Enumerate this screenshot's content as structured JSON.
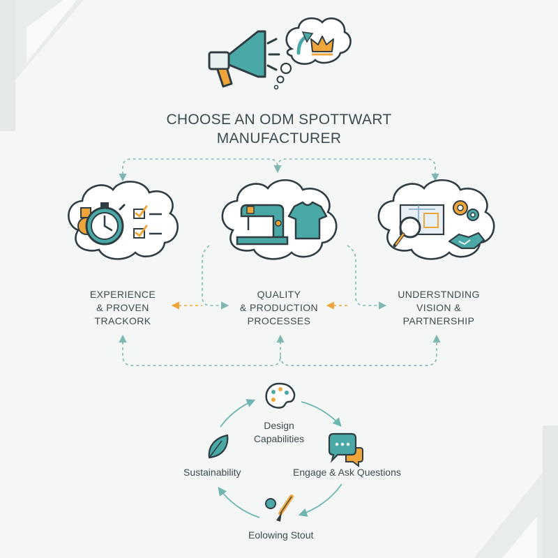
{
  "title": {
    "line1": "CHOOSE AN ODM SPOTTWART",
    "line2": "MANUFACTURER"
  },
  "pillars": [
    {
      "lines": [
        "EXPERIENCE",
        "& PROVEN",
        "TRACKORK"
      ],
      "icon": "stopwatch-checklist-icon"
    },
    {
      "lines": [
        "QUALITY",
        "& PRODUCTION",
        "PROCESSES"
      ],
      "icon": "sewing-machine-shirt-icon"
    },
    {
      "lines": [
        "UNDERSTNDING",
        "VISION &",
        "PARTNERSHIP"
      ],
      "icon": "blueprint-handshake-icon"
    }
  ],
  "cycle": {
    "items": [
      {
        "label_lines": [
          "Design",
          "Capabilities"
        ],
        "icon": "palette-icon"
      },
      {
        "label_lines": [
          "Engage & Ask Questions"
        ],
        "icon": "chat-bubbles-icon"
      },
      {
        "label_lines": [
          "Eolowing Stout"
        ],
        "icon": "paintbrush-icon"
      },
      {
        "label_lines": [
          "Sustainability"
        ],
        "icon": "leaf-icon"
      }
    ]
  },
  "header_icons": [
    "megaphone-icon",
    "thought-bubble-icon",
    "crown-icon"
  ],
  "colors": {
    "teal": "#4aa8a6",
    "orange": "#f0a53a",
    "dark": "#2f3d42",
    "dash": "#7fb8b3",
    "background": "#f5f6f6"
  }
}
